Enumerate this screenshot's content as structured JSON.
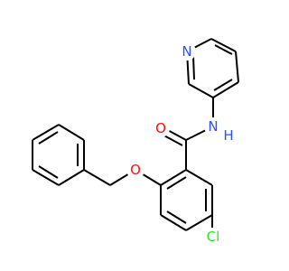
{
  "molecule": {
    "atoms": [
      {
        "id": "O_carbonyl",
        "symbol": "O",
        "label": "O",
        "color": "#ff0d0d"
      },
      {
        "id": "N_amide",
        "symbol": "N",
        "label": "N",
        "color": "#3050f8"
      },
      {
        "id": "H_amide",
        "symbol": "H",
        "label": "H",
        "color": "#3050f8"
      },
      {
        "id": "N_pyridine",
        "symbol": "N",
        "label": "N",
        "color": "#3050f8"
      },
      {
        "id": "O_ether",
        "symbol": "O",
        "label": "O",
        "color": "#ff0d0d"
      },
      {
        "id": "Cl",
        "symbol": "Cl",
        "label": "Cl",
        "color": "#1ff01f"
      }
    ],
    "bond_color": "#000000"
  }
}
